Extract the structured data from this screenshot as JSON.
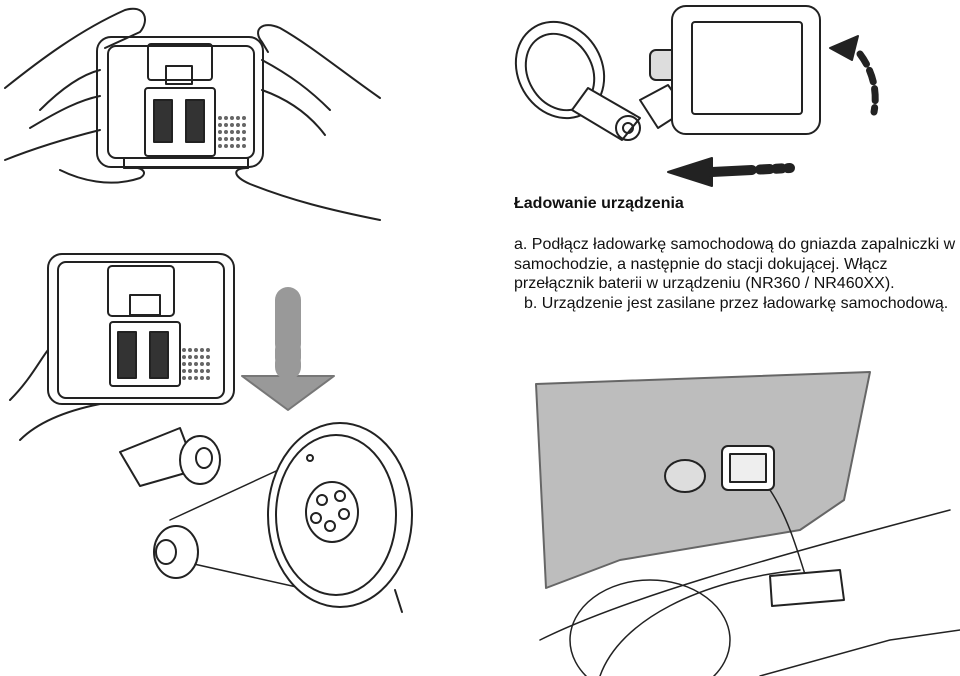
{
  "instructions": {
    "title": "Ładowanie urządzenia",
    "step_a": "a. Podłącz ładowarkę samochodową do gniazda zapalniczki w samochodzie, a następnie do stacji dokującej. Włącz przełącznik baterii w urządzeniu (NR360 / NR460XX).",
    "step_b": "b. Urządzenie jest zasilane przez ładowarkę samochodową."
  },
  "illustrations": [
    {
      "name": "hands-holding-device-back"
    },
    {
      "name": "device-on-windshield-mount"
    },
    {
      "name": "device-snapping-onto-cradle"
    },
    {
      "name": "suction-cup-mount-parts"
    },
    {
      "name": "car-interior-with-charger"
    }
  ]
}
